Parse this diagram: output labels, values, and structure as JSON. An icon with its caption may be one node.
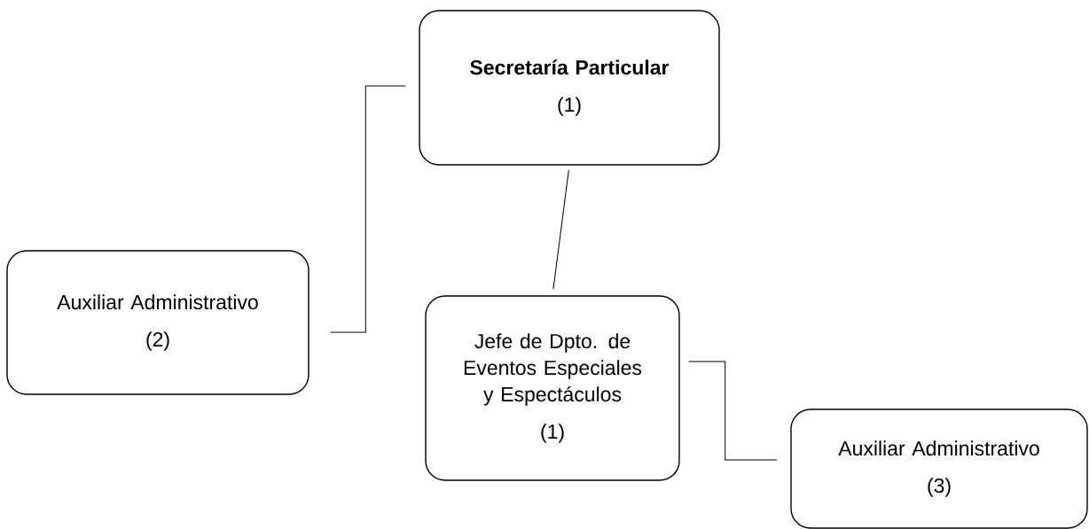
{
  "diagram": {
    "nodes": [
      {
        "text": [
          "Secretaría Particular",
          "(1)"
        ]
      },
      {
        "text": [
          "Auxiliar Administrativo",
          "(2)"
        ]
      },
      {
        "text": [
          "Jefe de Dpto. de Eventos Especiales y Espectáculos",
          "(1)"
        ]
      },
      {
        "text": [
          "Auxiliar Administrativo",
          "(3)"
        ]
      }
    ],
    "edges": [
      {
        "from": 0,
        "to": 1,
        "arrow": "none"
      },
      {
        "from": 0,
        "to": 2,
        "arrow": "none"
      },
      {
        "from": 2,
        "to": 3,
        "arrow": "none"
      }
    ]
  }
}
